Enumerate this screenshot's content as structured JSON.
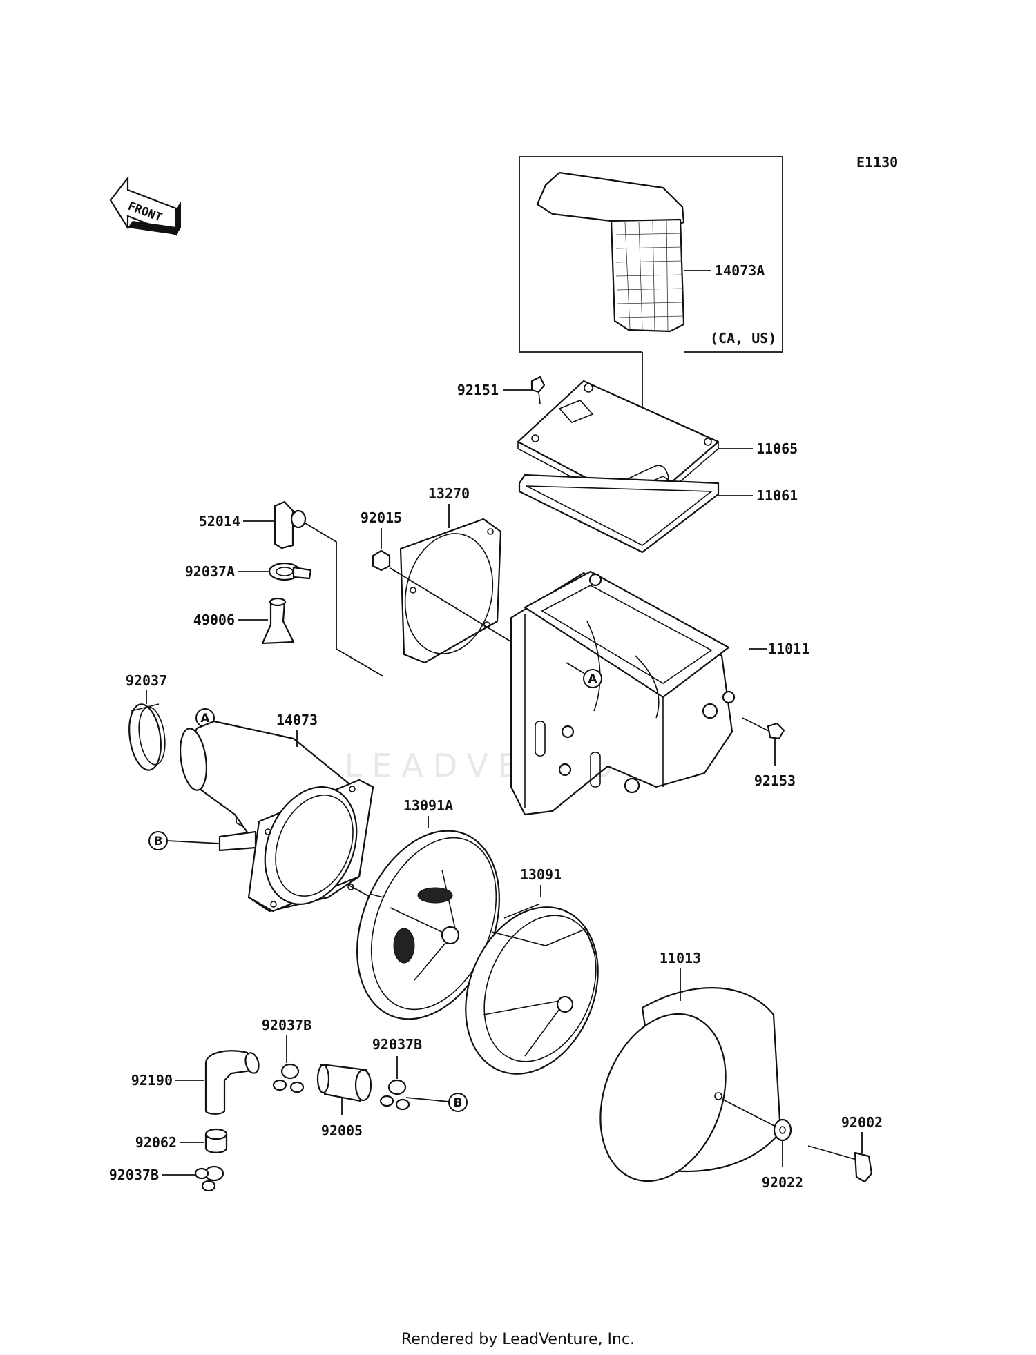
{
  "diagram": {
    "code": "E1130",
    "front_label": "FRONT",
    "watermark": "LEADVENTURE",
    "inset_note": "(CA, US)",
    "refs": {
      "a": "A",
      "b": "B"
    },
    "parts": {
      "p14073A": "14073A",
      "p92151": "92151",
      "p11065": "11065",
      "p11061": "11061",
      "p13270": "13270",
      "p92015": "92015",
      "p52014": "52014",
      "p92037A": "92037A",
      "p49006": "49006",
      "p11011": "11011",
      "p92153": "92153",
      "p92037": "92037",
      "p14073": "14073",
      "p13091A": "13091A",
      "p13091": "13091",
      "p11013": "11013",
      "p92037B_1": "92037B",
      "p92037B_2": "92037B",
      "p92037B_3": "92037B",
      "p92190": "92190",
      "p92005": "92005",
      "p92062": "92062",
      "p92002": "92002",
      "p92022": "92022"
    }
  },
  "footer": {
    "text": "Rendered by LeadVenture, Inc."
  }
}
